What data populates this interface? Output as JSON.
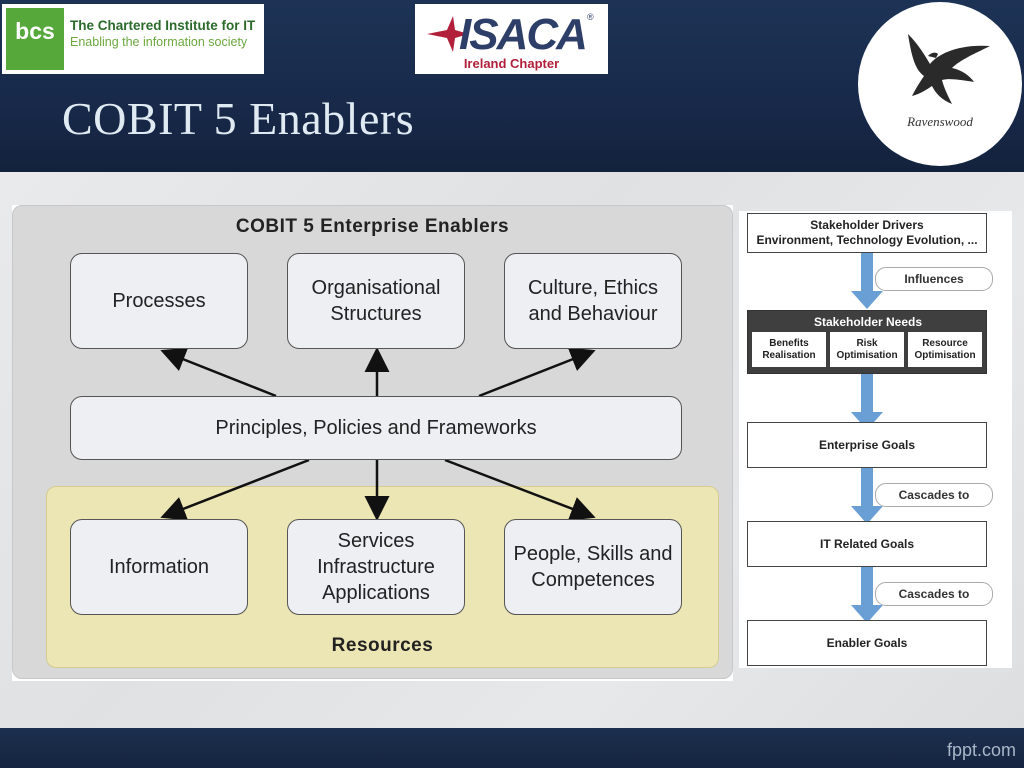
{
  "slide": {
    "title": "COBIT 5 Enablers"
  },
  "logos": {
    "bcs": {
      "mark": "bcs",
      "line1": "The Chartered Institute for IT",
      "line2": "Enabling the information society"
    },
    "isaca": {
      "word": "ISACA",
      "reg": "®",
      "chapter": "Ireland Chapter"
    },
    "ravenswood": {
      "text": "Ravenswood",
      "icon": "raven-icon"
    }
  },
  "enablers": {
    "title": "COBIT 5 Enterprise Enablers",
    "top_row": [
      "Processes",
      "Organisational Structures",
      "Culture, Ethics and Behaviour"
    ],
    "center": "Principles, Policies and Frameworks",
    "bottom_row": [
      "Information",
      "Services Infrastructure Applications",
      "People, Skills and Competences"
    ],
    "resources_title": "Resources"
  },
  "cascade": {
    "drivers_line1": "Stakeholder Drivers",
    "drivers_line2": "Environment, Technology Evolution, ...",
    "influences": "Influences",
    "needs_title": "Stakeholder Needs",
    "needs": [
      "Benefits Realisation",
      "Risk Optimisation",
      "Resource Optimisation"
    ],
    "enterprise_goals": "Enterprise Goals",
    "cascades_to_1": "Cascades to",
    "it_goals": "IT Related Goals",
    "cascades_to_2": "Cascades to",
    "enabler_goals": "Enabler Goals"
  },
  "footer": {
    "brand": "fppt.com"
  },
  "colors": {
    "header": "#1b2d4a",
    "resources_zone": "#ece5b4",
    "cascade_arrow": "#6a9fd6"
  }
}
